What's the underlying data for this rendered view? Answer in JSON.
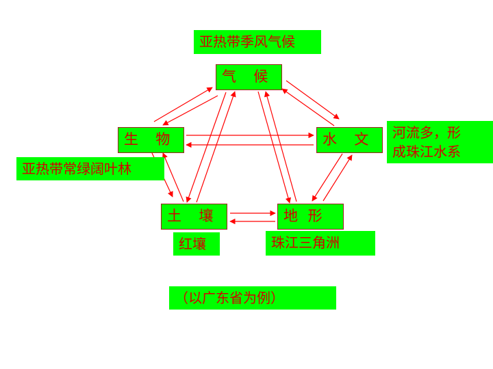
{
  "title": "亚热带季风气候",
  "nodes": {
    "climate": "气  候",
    "biology": "生  物",
    "hydrology": "水  文",
    "soil": "土  壤",
    "landform": "地 形"
  },
  "annotations": {
    "hydrology_line1": "河流多，形",
    "hydrology_line2": "成珠江水系",
    "biology": "亚热带常绿阔叶林",
    "soil": "红壤",
    "landform": "珠江三角洲"
  },
  "footer": "（以广东省为例）",
  "colors": {
    "box_fill": "#00ff00",
    "text": "#d40000",
    "arrow": "#ff0000"
  }
}
